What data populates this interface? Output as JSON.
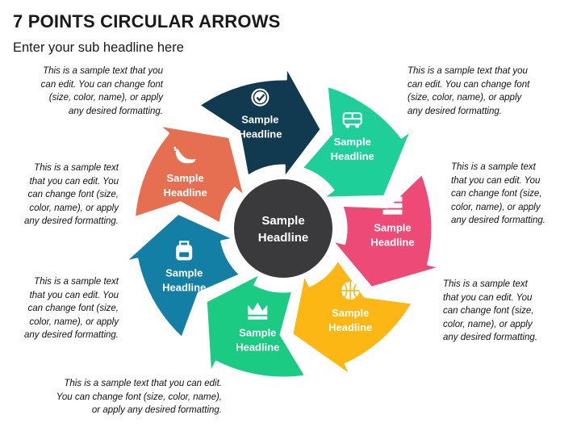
{
  "title": "7 POINTS CIRCULAR ARROWS",
  "subtitle": "Enter your sub headline here",
  "center": {
    "line1": "Sample",
    "line2": "Headline",
    "color": "#3a3a3c"
  },
  "points": [
    {
      "line1": "Sample",
      "line2": "Headline",
      "color": "#1ecf9a",
      "icon": "bus-icon",
      "desc": [
        "This is a sample text that you",
        "can edit. You can change font",
        "(size, color, name), or apply",
        "any desired formatting."
      ]
    },
    {
      "line1": "Sample",
      "line2": "Headline",
      "color": "#ee4a77",
      "icon": "books-icon",
      "desc": [
        "This is a sample text that you",
        "can edit. You can change font",
        "(size, color, name), or apply",
        "any desired formatting."
      ]
    },
    {
      "line1": "Sample",
      "line2": "Headline",
      "color": "#fdb714",
      "icon": "basketball-icon",
      "desc": [
        "This is a sample text",
        "that you can edit. You",
        "can change font (size,",
        "color, name), or apply",
        "any desired formatting."
      ]
    },
    {
      "line1": "Sample",
      "line2": "Headline",
      "color": "#1bcb83",
      "icon": "crown-icon",
      "desc": [
        "This is a sample text",
        "that you can edit. You",
        "can change font (size,",
        "color, name), or apply",
        "any desired formatting."
      ]
    },
    {
      "line1": "Sample",
      "line2": "Headline",
      "color": "#137fa5",
      "icon": "backpack-icon",
      "desc": [
        "This is a sample text that you can edit.",
        "You can change font (size, color, name),",
        "or apply any desired formatting."
      ]
    },
    {
      "line1": "Sample",
      "line2": "Headline",
      "color": "#e66f52",
      "icon": "banana-icon",
      "desc": [
        "This is a sample text",
        "that you can edit. You",
        "can change font (size,",
        "color, name), or apply",
        "any desired formatting."
      ]
    },
    {
      "line1": "Sample",
      "line2": "Headline",
      "color": "#11394f",
      "icon": "badge-check-icon",
      "desc": [
        "This is a sample text",
        "that you can edit. You",
        "can change font (size,",
        "color, name), or apply",
        "any desired formatting."
      ]
    }
  ]
}
